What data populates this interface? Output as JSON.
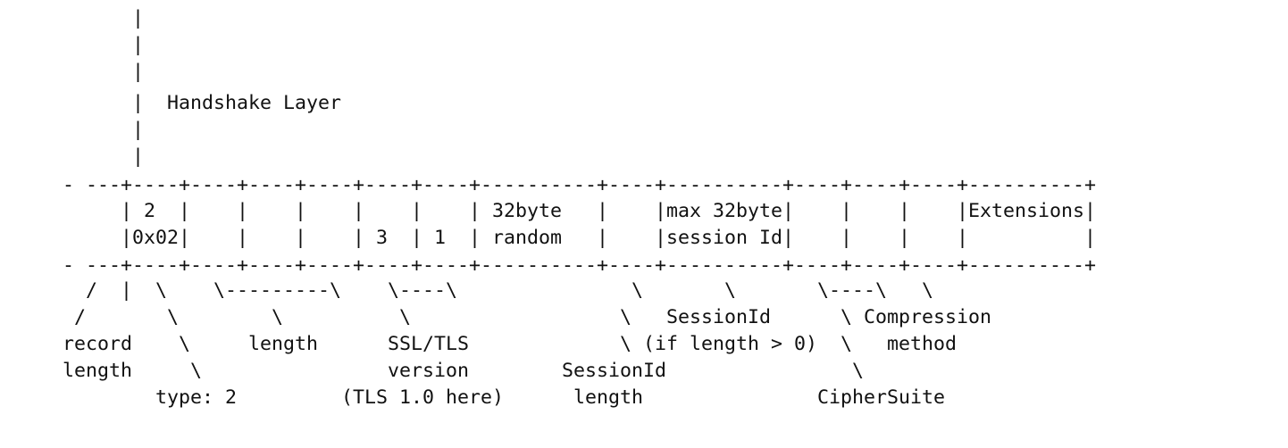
{
  "diagram": {
    "lines": [
      "      |",
      "      |",
      "      |",
      "      |  Handshake Layer",
      "      |",
      "      |",
      "- ---+----+----+----+----+----+----+----------+----+----------+----+----+----+----------+",
      "     | 2  |    |    |    |    |    | 32byte   |    |max 32byte|    |    |    |Extensions|",
      "     |0x02|    |    |    | 3  | 1  | random   |    |session Id|    |    |    |          |",
      "- ---+----+----+----+----+----+----+----------+----+----------+----+----+----+----------+",
      "  /  |  \\    \\---------\\    \\----\\               \\       \\       \\----\\   \\",
      " /       \\        \\          \\                  \\   SessionId      \\ Compression",
      "record    \\     length      SSL/TLS             \\ (if length > 0)  \\   method",
      "length     \\                version        SessionId                \\",
      "        type: 2         (TLS 1.0 here)      length               CipherSuite"
    ]
  }
}
